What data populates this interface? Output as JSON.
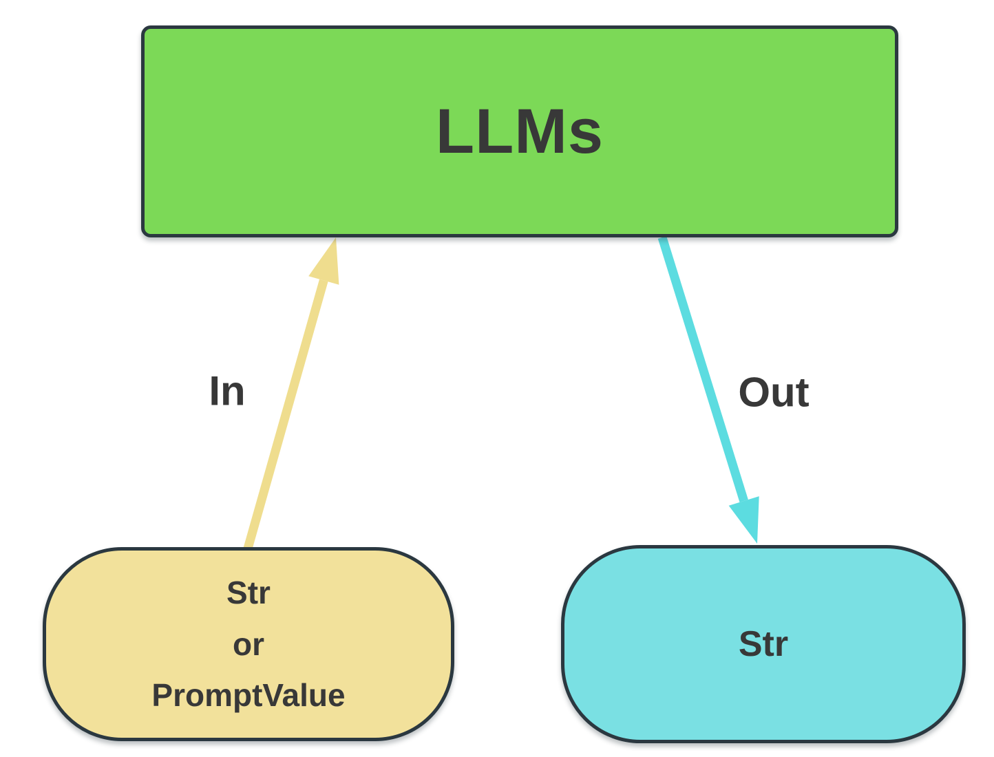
{
  "diagram": {
    "nodes": [
      {
        "id": "llms",
        "label": "LLMs",
        "shape": "rectangle",
        "fill": "#7cd957"
      },
      {
        "id": "input",
        "label": "Str\nor\nPromptValue",
        "shape": "rounded-pill",
        "fill": "#f2e19b"
      },
      {
        "id": "output",
        "label": "Str",
        "shape": "rounded-pill",
        "fill": "#7ae0e3"
      }
    ],
    "edges": [
      {
        "id": "in",
        "label": "In",
        "from": "input",
        "to": "llms",
        "color": "#efdd8e",
        "direction": "up"
      },
      {
        "id": "out",
        "label": "Out",
        "from": "llms",
        "to": "output",
        "color": "#5cdce0",
        "direction": "down"
      }
    ],
    "colors": {
      "node_border": "#2b3840",
      "text": "#383838",
      "background": "#ffffff"
    }
  }
}
